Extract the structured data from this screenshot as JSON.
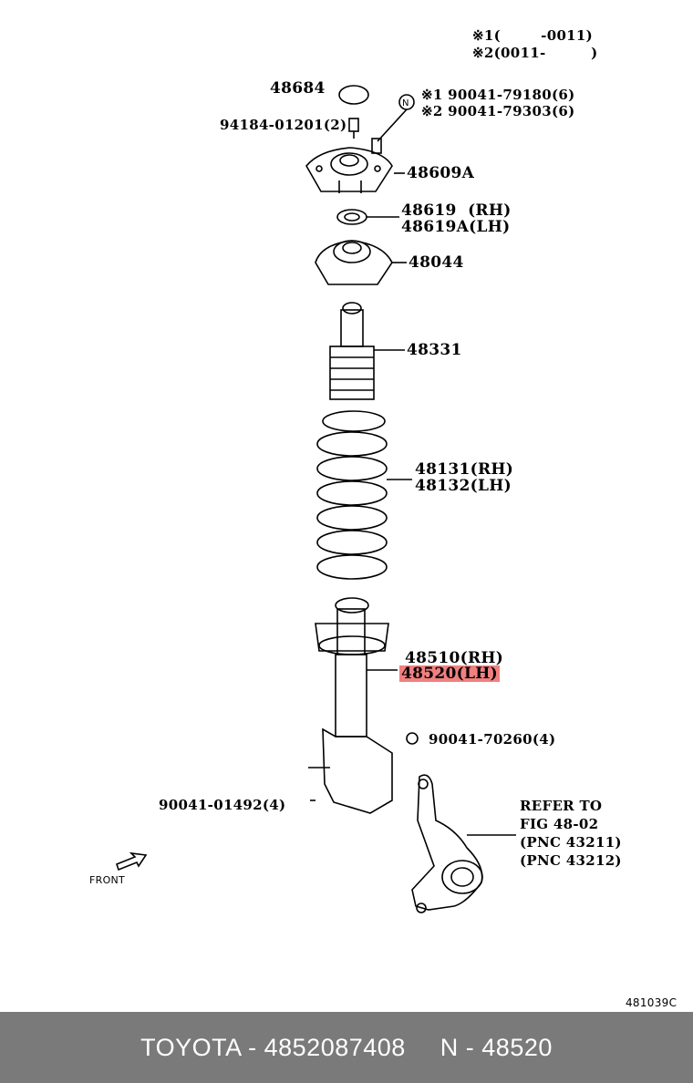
{
  "notes": {
    "n1": "※1(        -0011)",
    "n2": "※2(0011-         )"
  },
  "labels": {
    "p48684": "48684",
    "p94184": "94184-01201(2)",
    "p90041a": "※1 90041-79180(6)",
    "p90041b": "※2 90041-79303(6)",
    "p48609A": "48609A",
    "p48619rh": "48619  (RH)",
    "p48619lh": "48619A(LH)",
    "p48044": "48044",
    "p48331": "48331",
    "p48131": "48131(RH)",
    "p48132": "48132(LH)",
    "p48510": "48510(RH)",
    "p48520": "48520(LH)",
    "p90041c": "90041-70260(4)",
    "p90041d": "90041-01492(4)",
    "refer1": "REFER TO",
    "refer2": "FIG 48-02",
    "refer3": "(PNC 43211)",
    "refer4": "(PNC 43212)",
    "front": "FRONT",
    "code": "481039C",
    "nut_symbol": "N"
  },
  "highlight": {
    "part": "48520(LH)",
    "color": "#f08080"
  },
  "footer": {
    "brand_part": "TOYOTA - 4852087408",
    "pnc": "N - 48520"
  }
}
